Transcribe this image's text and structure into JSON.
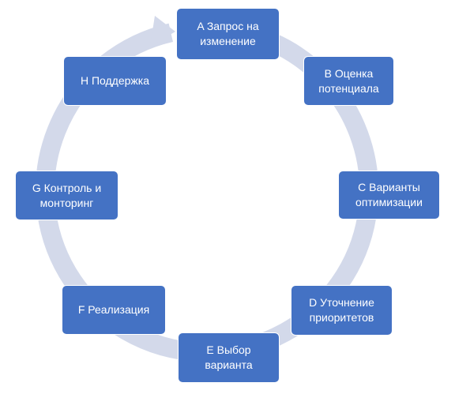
{
  "diagram": {
    "ring_color": "#d3d9ea",
    "node_color": "#4472c4",
    "text_color": "#ffffff",
    "nodes": [
      {
        "label": "A Запрос на\nизменение"
      },
      {
        "label": "B Оценка\nпотенциала"
      },
      {
        "label": "C Варианты\nоптимизации"
      },
      {
        "label": "D Уточнение\nприоритетов"
      },
      {
        "label": "E Выбор\nварианта"
      },
      {
        "label": "F Реализация"
      },
      {
        "label": "G Контроль и\nмонторинг"
      },
      {
        "label": "H Поддержка"
      }
    ]
  }
}
